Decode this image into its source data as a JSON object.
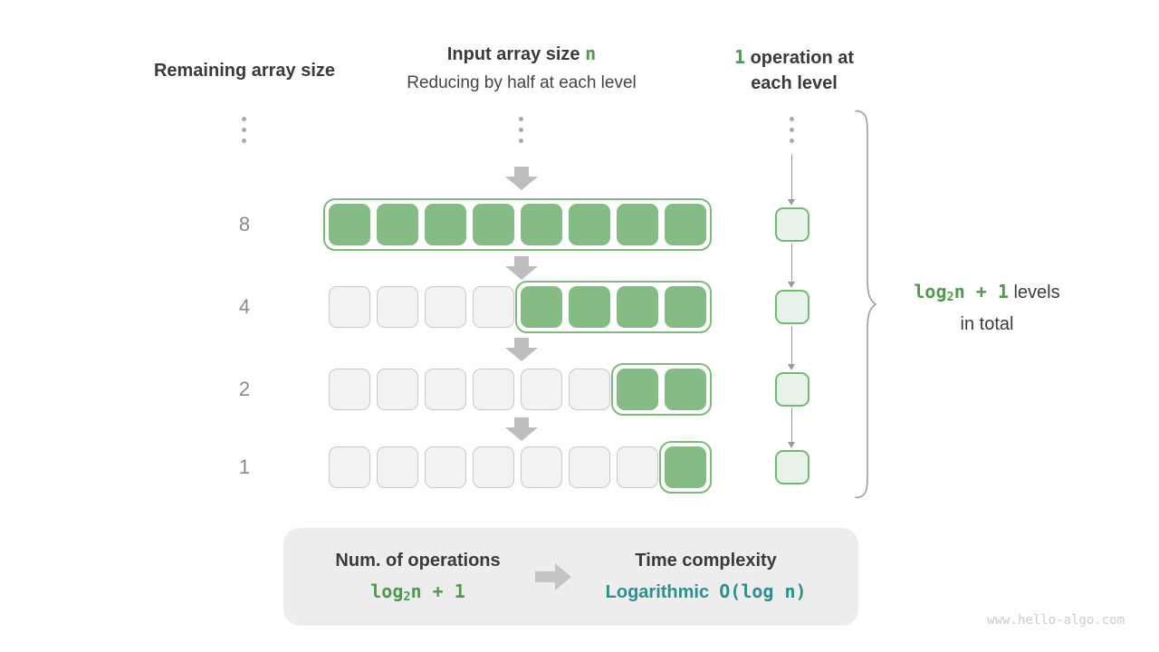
{
  "headers": {
    "left": "Remaining array size",
    "mid_title_prefix": "Input array size ",
    "mid_title_var": "n",
    "mid_subtitle": "Reducing by half at each level",
    "right_var": "1",
    "right_line1_rest": " operation at",
    "right_line2": "each level"
  },
  "rows": [
    {
      "label": "8",
      "gray_cells": 0,
      "green_cells": 8
    },
    {
      "label": "4",
      "gray_cells": 4,
      "green_cells": 4
    },
    {
      "label": "2",
      "gray_cells": 6,
      "green_cells": 2
    },
    {
      "label": "1",
      "gray_cells": 7,
      "green_cells": 1
    }
  ],
  "side_note": {
    "code_pre": "log",
    "code_sub": "2",
    "code_post": "n + 1",
    "label_line1": " levels",
    "label_line2": "in total"
  },
  "summary": {
    "left_title": "Num. of operations",
    "left_code_pre": "log",
    "left_code_sub": "2",
    "left_code_post": "n + 1",
    "right_title": "Time complexity",
    "right_name": "Logarithmic",
    "right_big_o": "O(log n)"
  },
  "icons": {
    "down_arrow": "down-arrow-icon",
    "right_arrow": "right-arrow-icon",
    "brace": "curly-brace"
  },
  "colors": {
    "green_cell": "#85bb85",
    "green_border": "#7fb97f",
    "op_fill": "#e9f3e9",
    "gray_cell": "#f2f2f2",
    "text_dark": "#3a3a3a",
    "text_gray": "#8a8a8a",
    "text_green": "#4e9b4e",
    "text_teal": "#2e8f8f",
    "arrow_gray": "#bdbdbd",
    "box_bg": "#ededed"
  },
  "watermark": "www.hello-algo.com"
}
